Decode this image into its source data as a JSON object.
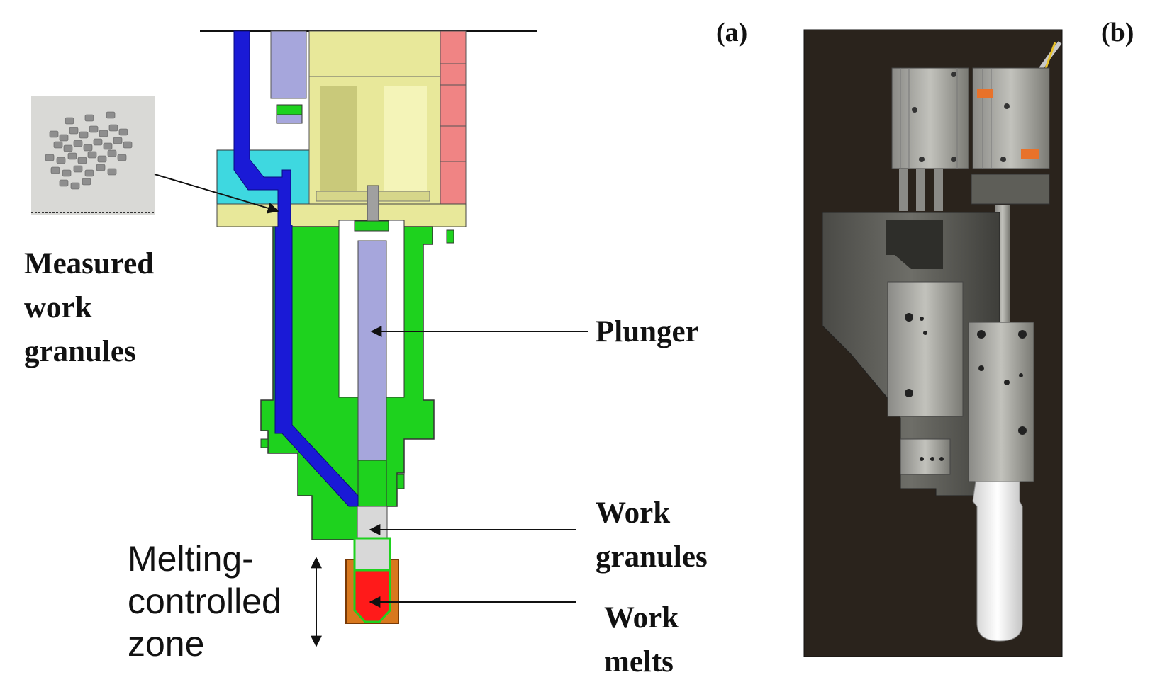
{
  "panels": {
    "a": {
      "tag": "(a)"
    },
    "b": {
      "tag": "(b)"
    }
  },
  "labels": {
    "measured": [
      "Measured",
      "work",
      "granules"
    ],
    "plunger": "Plunger",
    "work_granules": [
      "Work",
      "granules"
    ],
    "work_melts": [
      "Work",
      "melts"
    ],
    "zone": [
      "Melting-",
      "controlled",
      "zone"
    ]
  },
  "colors": {
    "feed_channel": "#1a1ad6",
    "plunger": "#a6a6dc",
    "body": "#1ed21e",
    "top_block": "#e8e89a",
    "cyan_block": "#3ed8e0",
    "pink_block": "#f08484",
    "melt": "#ff1a1a",
    "heater": "#d8781e",
    "photo_bg": "#2a231c"
  }
}
